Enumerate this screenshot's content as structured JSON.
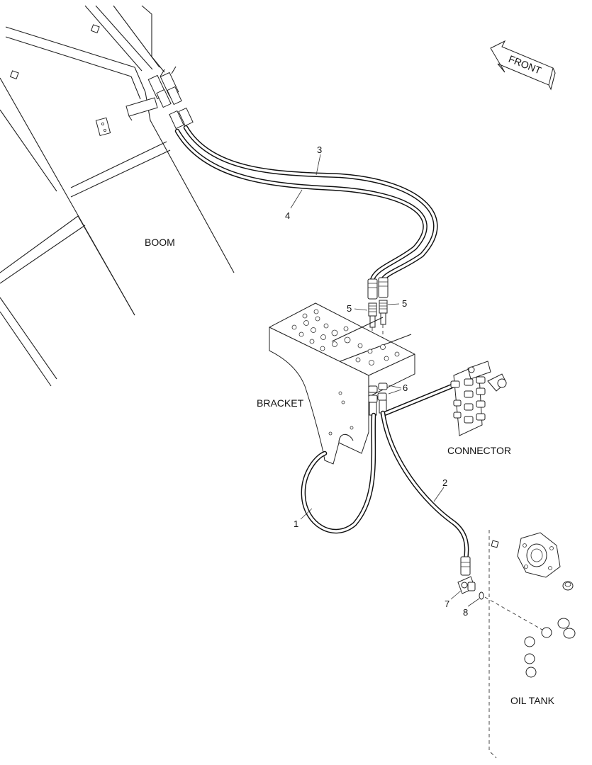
{
  "labels": {
    "front": "FRONT",
    "boom": "BOOM",
    "bracket": "BRACKET",
    "connector": "CONNECTOR",
    "oil_tank": "OIL TANK"
  },
  "callouts": {
    "c1": "1",
    "c2": "2",
    "c3": "3",
    "c4": "4",
    "c5a": "5",
    "c5b": "5",
    "c6": "6",
    "c7": "7",
    "c8": "8"
  }
}
